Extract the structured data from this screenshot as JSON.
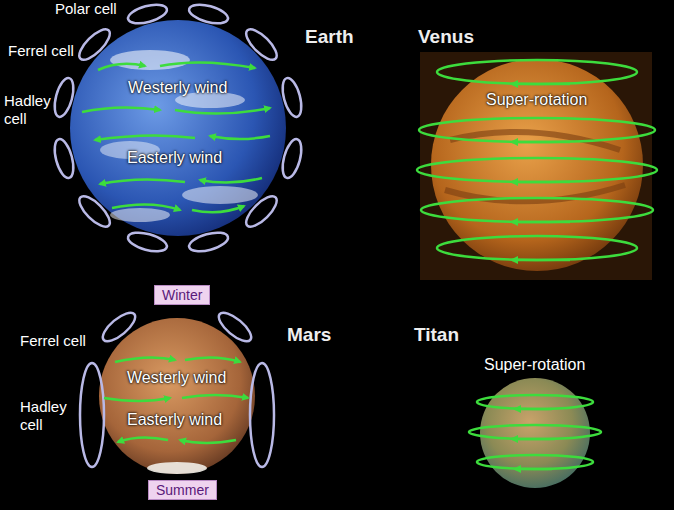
{
  "diagram": {
    "nodes": [
      {
        "text": [
          "Westerly wind",
          "Easterly wind"
        ]
      },
      {
        "text": [
          "Super-rotation"
        ]
      },
      {
        "text": [
          "Winter"
        ]
      },
      {
        "text": [
          "Westerly wind",
          "Easterly wind"
        ]
      },
      {
        "text": [
          "Summer"
        ]
      },
      {
        "text": [
          "Super-rotation"
        ]
      }
    ],
    "labels": [
      "Polar cell",
      "Ferrel cell",
      "Hadley cell",
      "Earth",
      "Venus",
      "Ferrel cell",
      "Hadley cell",
      "Mars",
      "Titan"
    ]
  }
}
